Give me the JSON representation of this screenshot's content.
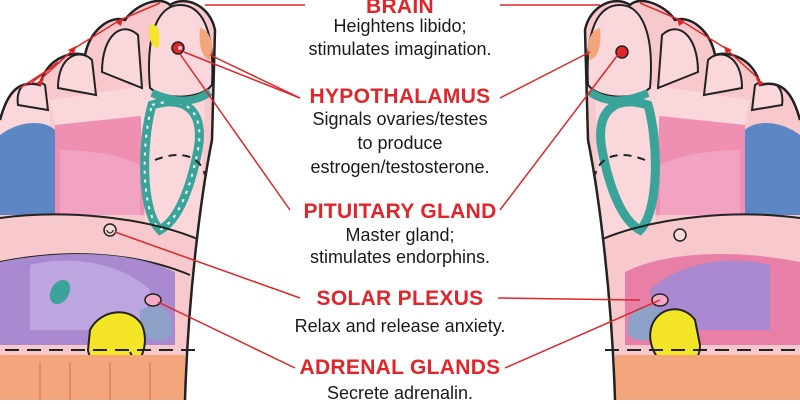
{
  "labels": [
    {
      "id": "brain",
      "title": "BRAIN",
      "lines": [
        "Heightens libido;",
        "stimulates imagination."
      ]
    },
    {
      "id": "hypothalamus",
      "title": "HYPOTHALAMUS",
      "lines": [
        "Signals ovaries/testes",
        "to produce",
        "estrogen/testosterone."
      ]
    },
    {
      "id": "pituitary",
      "title": "PITUITARY GLAND",
      "lines": [
        "Master gland;",
        "stimulates endorphins."
      ]
    },
    {
      "id": "solar",
      "title": "SOLAR PLEXUS",
      "lines": [
        "Relax and release anxiety."
      ]
    },
    {
      "id": "adrenal",
      "title": "ADRENAL GLANDS",
      "lines": [
        "Secrete adrenalin."
      ]
    }
  ],
  "colors": {
    "label_red": "#e0262b",
    "skin": "#f7c8cc",
    "pink": "#ef8fb2",
    "blue": "#5d86c4",
    "purple": "#a98ad0",
    "teal": "#3aa39a",
    "yellow": "#f4e626",
    "peach": "#f3a67c"
  }
}
